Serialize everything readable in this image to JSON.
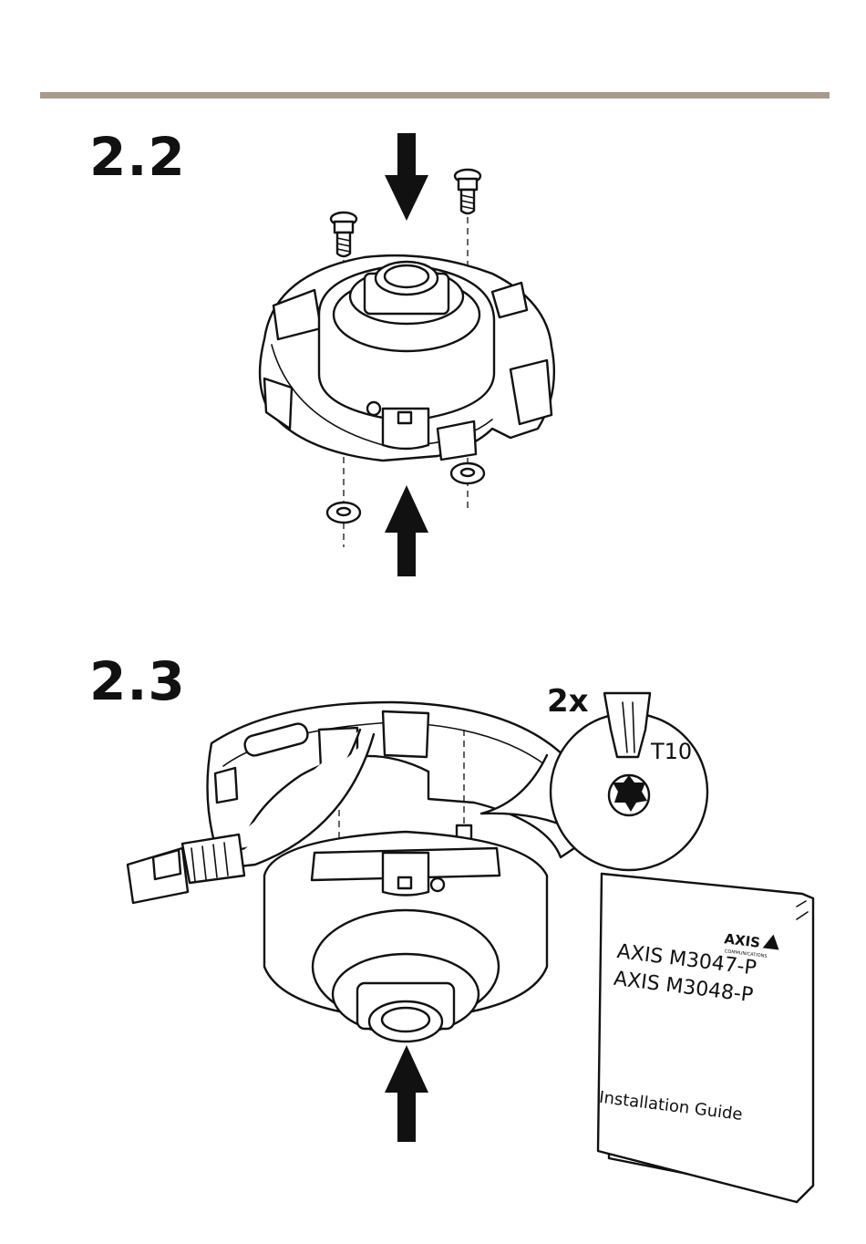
{
  "steps": {
    "first": "2.2",
    "second": "2.3"
  },
  "tool": {
    "quantity": "2x",
    "bit_size": "T10"
  },
  "guide": {
    "brand": "AXIS",
    "brand_tagline": "COMMUNICATIONS",
    "model_1": "AXIS M3047-P",
    "model_2": "AXIS M3048-P",
    "title": "Installation Guide"
  },
  "icons": {
    "arrow": "arrow-icon",
    "screw": "screw-icon",
    "torx": "torx-bit-icon"
  },
  "colors": {
    "rule": "#a89a8c",
    "ink": "#111111"
  }
}
